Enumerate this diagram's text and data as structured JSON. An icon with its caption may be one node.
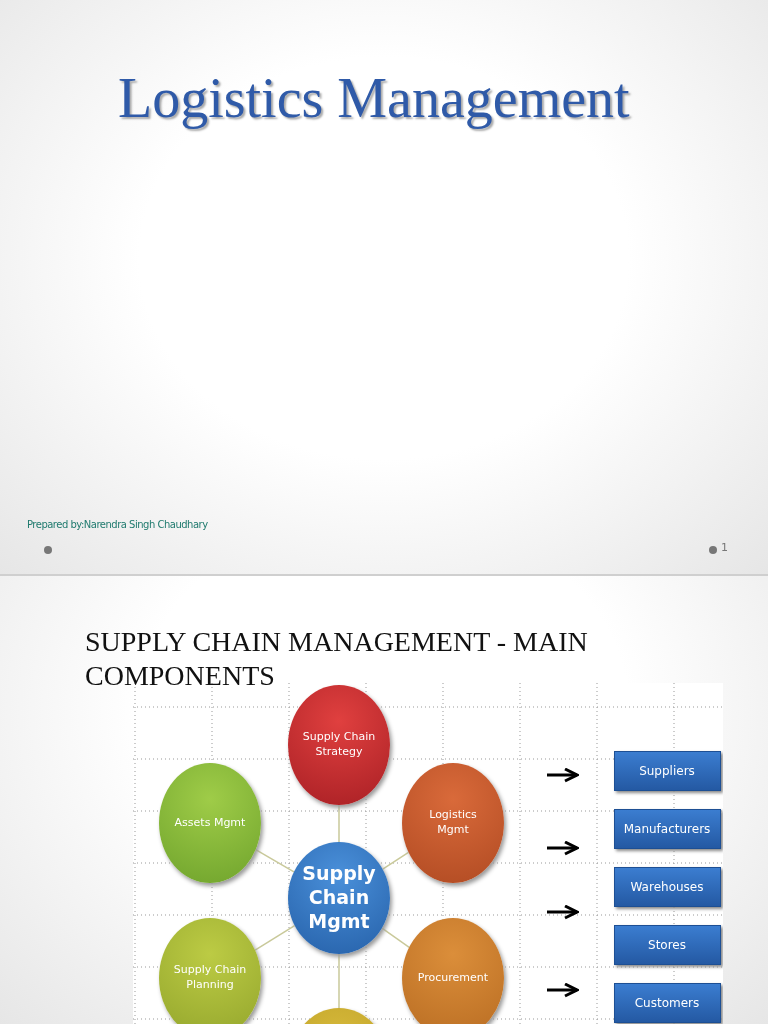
{
  "diagram": {
    "title": "Logistics Management",
    "nodes": [
      {
        "text": [
          "Supply Chain Strategy"
        ]
      },
      {
        "text": [
          "Assets Mgmt"
        ]
      },
      {
        "text": [
          "Logistics Mgmt"
        ]
      },
      {
        "text": [
          "Supply Chain Mgmt"
        ]
      },
      {
        "text": [
          "Supply Chain Planning"
        ]
      },
      {
        "text": [
          "Procurement"
        ]
      },
      {
        "text": [],
        "shape": "circle"
      },
      {
        "text": [
          "Suppliers"
        ]
      },
      {
        "text": [
          "Manufacturers"
        ]
      },
      {
        "text": [
          "Warehouses"
        ]
      },
      {
        "text": [
          "Stores"
        ]
      },
      {
        "text": [
          "Customers"
        ]
      }
    ],
    "edges": [
      {
        "from": 3,
        "to": 0,
        "arrow": "none"
      },
      {
        "from": 3,
        "to": 1,
        "arrow": "none"
      },
      {
        "from": 3,
        "to": 2,
        "arrow": "none"
      },
      {
        "from": 3,
        "to": 4,
        "arrow": "none"
      },
      {
        "from": 3,
        "to": 5,
        "arrow": "none"
      },
      {
        "from": 3,
        "to": 6,
        "arrow": "none"
      }
    ],
    "labels": [
      "Prepared by:Narendra Singh Chaudhary",
      "1",
      "SUPPLY CHAIN MANAGEMENT - MAIN COMPONENTS"
    ]
  }
}
